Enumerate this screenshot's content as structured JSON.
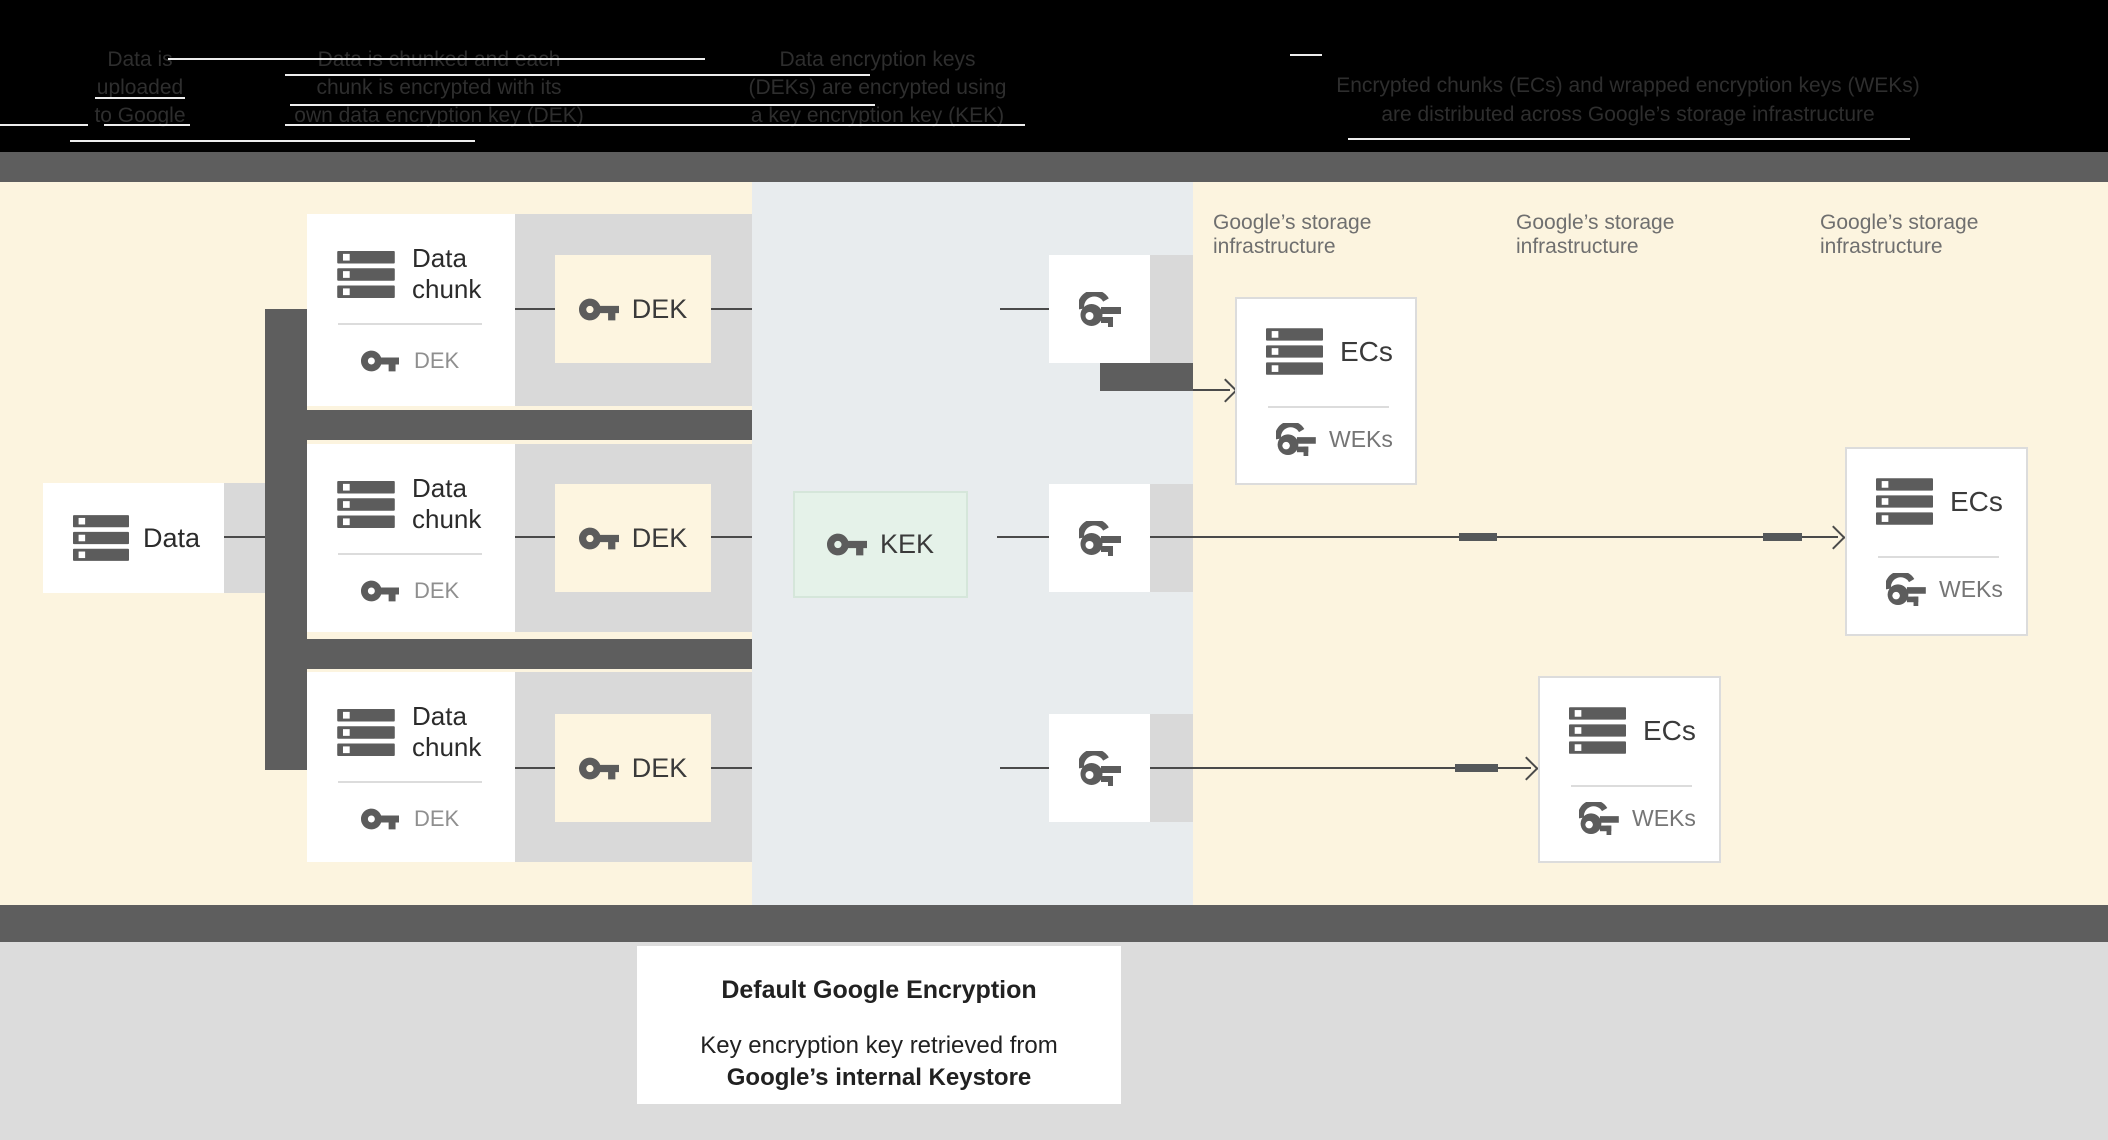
{
  "header": {
    "steps": [
      {
        "lines": [
          "Data is",
          "uploaded",
          "to Google"
        ]
      },
      {
        "lines": [
          "Data is chunked and each",
          "chunk is encrypted with its",
          "own data encryption key (DEK)"
        ]
      },
      {
        "lines": [
          "Data encryption keys",
          "(DEKs) are encrypted using",
          "a key encryption key (KEK)"
        ]
      },
      {
        "lines": [
          "Encrypted chunks (ECs) and wrapped encryption keys (WEKs)",
          "are distributed across Google’s storage infrastructure"
        ]
      }
    ]
  },
  "diagram": {
    "data_box": {
      "label": "Data"
    },
    "chunk_cards": [
      {
        "title": "Data chunk",
        "key_label": "DEK"
      },
      {
        "title": "Data chunk",
        "key_label": "DEK"
      },
      {
        "title": "Data chunk",
        "key_label": "DEK"
      }
    ],
    "dek_boxes": [
      {
        "label": "DEK"
      },
      {
        "label": "DEK"
      },
      {
        "label": "DEK"
      }
    ],
    "kek_box": {
      "label": "KEK"
    },
    "storage_labels": [
      {
        "lines": [
          "Google’s storage",
          "infrastructure"
        ]
      },
      {
        "lines": [
          "Google’s storage",
          "infrastructure"
        ]
      },
      {
        "lines": [
          "Google’s storage",
          "infrastructure"
        ]
      }
    ],
    "ec_cards": [
      {
        "title": "ECs",
        "key_label": "WEKs"
      },
      {
        "title": "ECs",
        "key_label": "WEKs"
      },
      {
        "title": "ECs",
        "key_label": "WEKs"
      }
    ]
  },
  "caption": {
    "title": "Default Google Encryption",
    "body_line1": "Key encryption key retrieved from",
    "body_line2": "Google’s internal Keystore"
  },
  "colors": {
    "cream": "#fcf4df",
    "middle_band": "#e8ecee",
    "band_gray": "#d9d9d9",
    "dark_gray": "#5e5e5e",
    "kek_green": "#e5f2e9",
    "bottom_gray": "#dcdcdc",
    "line": "#4a4a4a"
  }
}
